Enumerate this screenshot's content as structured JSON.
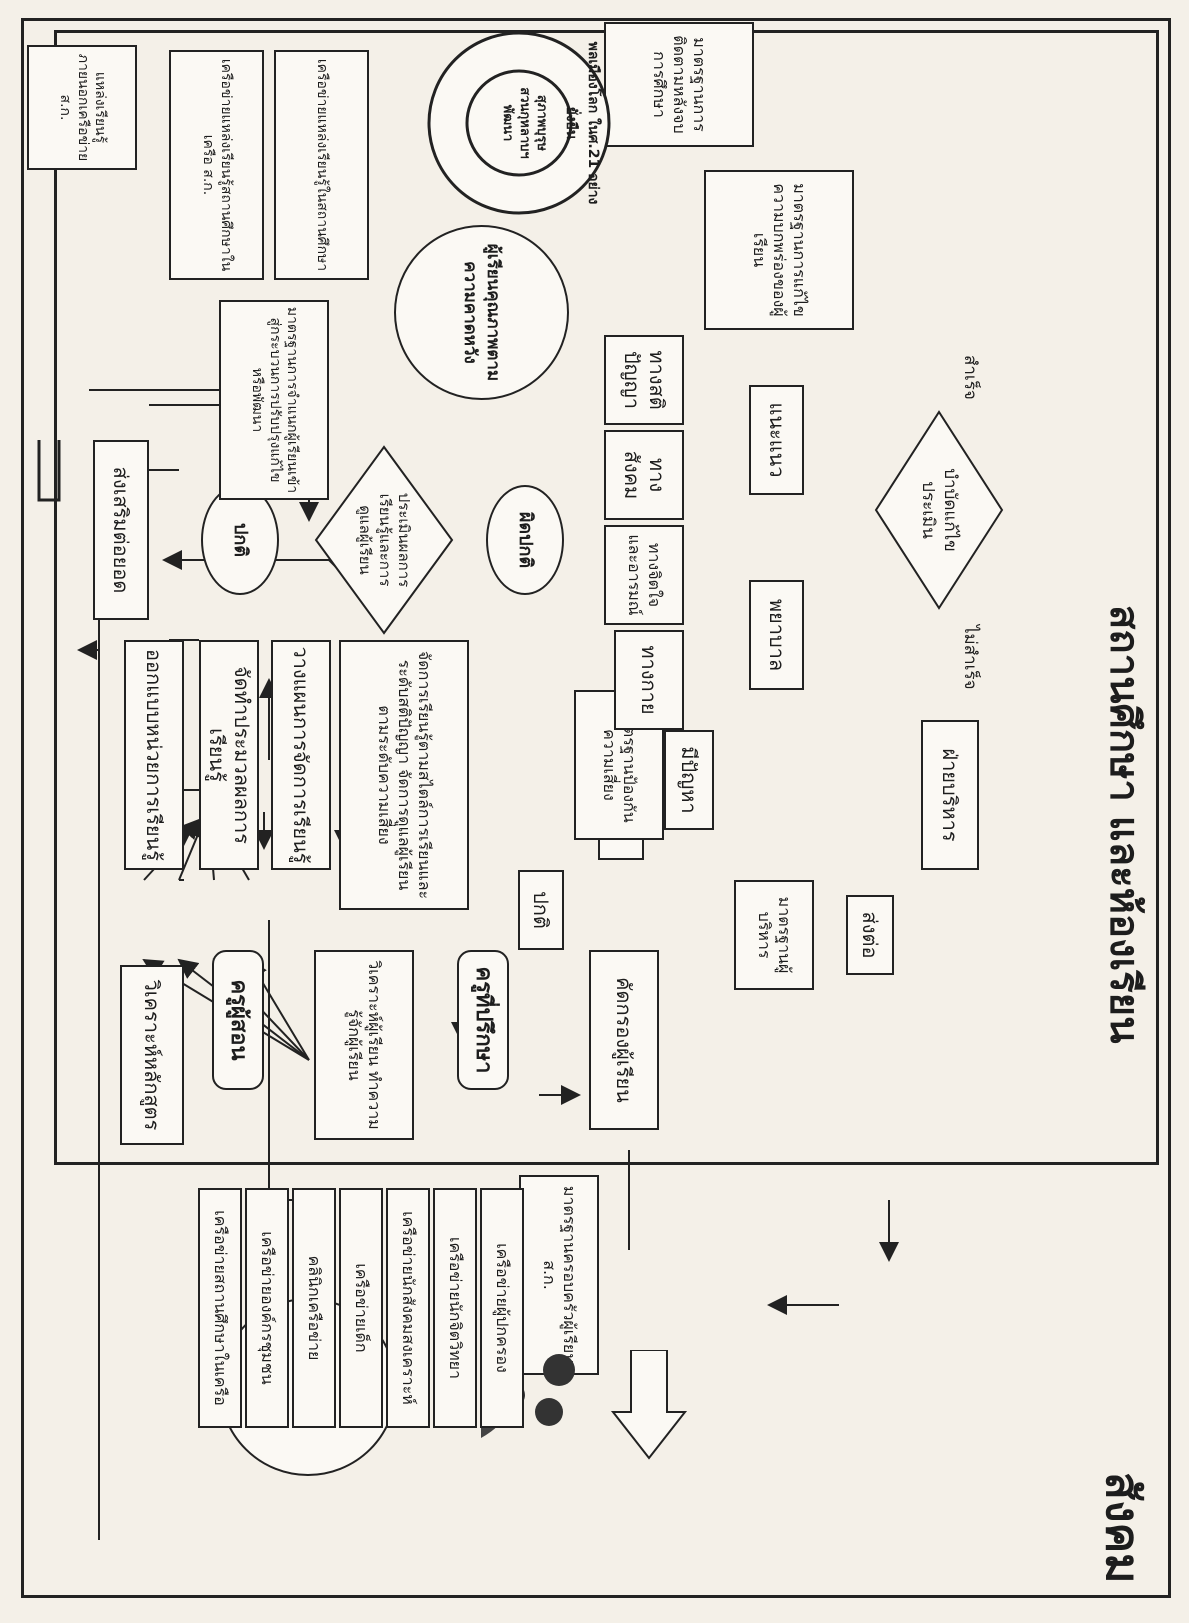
{
  "society_label": "สังคม",
  "school_label": "สถานศึกษา และห้องเรียน",
  "student_circle": "ผู้เรียน",
  "family_standard": "มาตรฐานครอบครัวผู้เรียน ส.ก.",
  "networks": [
    "เครือข่ายผู้ปกครอง",
    "เครือข่ายนักจิตวิทยา",
    "เครือข่ายนักสังคมสงเคราะห์",
    "เครือข่ายเด็ก",
    "คลินิกเครือข่าย",
    "เครือข่ายองค์กรชุมชน",
    "เครือข่ายสถานศึกษาในเครือ"
  ],
  "roles": {
    "teacher": "ครูผู้สอน",
    "advisor": "ครูที่ปรึกษา"
  },
  "steps": {
    "curriculum": "วิเคราะห์หลักสูตร",
    "unit_design": "ออกแบบหน่วยการเรียนรู้",
    "assessment_design": "จัดทำประมวลผลการเรียนรู้",
    "plan": "วางแผนการจัดการเรียนรู้",
    "analyze_student": "วิเคราะห์ผู้เรียน ทำความรู้จักผู้เรียน",
    "manage_learning": "จัดการเรียนรู้ตามสไตล์การเรียนและระดับสติปัญญา จัดการดูแลผู้เรียนตามระดับความเสี่ยง",
    "screening": "คัดกรองผู้เรียน"
  },
  "risk_groups": {
    "normal": "ปกติ",
    "risk": "เสี่ยง",
    "problem": "มีปัญหา",
    "prevention_standard": "มาตรฐานป้องกันความเสี่ยง"
  },
  "evaluation": {
    "diamond": "ประเมินผลการเรียนรู้และการดูแลผู้เรียน",
    "normal": "ปกติ",
    "abnormal": "ผิดปกติ",
    "promote": "ส่งเสริมต่อยอด",
    "placement_standard": "มาตรฐานการจำแนกผู้เรียนเข้าสู่กระบวนการปรับปรุงแก้ไขหรือพัฒนา"
  },
  "areas": [
    "ทางกาย",
    "ทางจิตใจและอารมณ์",
    "ทางสังคม",
    "ทางสติปัญญา"
  ],
  "care": {
    "nursing": "พยาบาล",
    "guidance": "แนะแนว",
    "therapy_diamond": "บำบัดแก้ไข ประเมิน",
    "success": "สำเร็จ",
    "fail": "ไม่สำเร็จ",
    "admin": "ฝ่ายบริหาร",
    "refer": "ส่งต่อ",
    "admin_standard": "มาตรฐานผู้บริหาร"
  },
  "outcome": {
    "quality": "ผู้เรียนคุณภาพตามความคาดหวัง",
    "correction_standard": "มาตรฐานการแก้ไขความบกพร่องของผู้เรียน",
    "followup_standard": "มาตรฐานการติดตามหลังจบการศึกษา",
    "ring_outer": "พลเมืองโลก ในศ.21 อย่างยั่งยืน",
    "ring_inner": "สุภาพบุรุษ สวนกุหลาบฯ พัฒนา"
  },
  "sources": [
    "แหล่งเรียนรู้ภายนอกเครือข่าย ส.ก.",
    "เครือข่ายแหล่งเรียนรู้สถานศึกษาในเครือ ส.ก.",
    "เครือข่ายแหล่งเรียนรู้ในสถานศึกษา"
  ],
  "colors": {
    "ink": "#222222",
    "paper": "#f4f0e8"
  }
}
